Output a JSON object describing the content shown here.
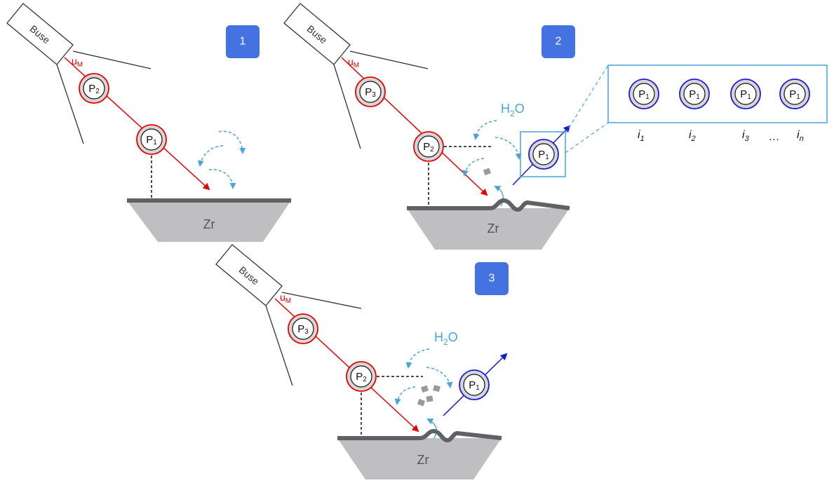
{
  "steps": [
    "1",
    "2",
    "3"
  ],
  "nozzle_label": "Buse",
  "velocity_label": {
    "base": "u",
    "sub": "M"
  },
  "substrate_label": "Zr",
  "water_label": {
    "base": "H",
    "sub": "2",
    "rest": "O"
  },
  "particle_prefix": "P",
  "particles": {
    "first": "1",
    "second": "2",
    "third": "3"
  },
  "impact_indices": [
    {
      "base": "i",
      "sub": "1"
    },
    {
      "base": "i",
      "sub": "2"
    },
    {
      "base": "i",
      "sub": "3"
    },
    {
      "base": "i",
      "sub": "n"
    }
  ],
  "ellipsis": "…",
  "colors": {
    "badge": "#4472e0",
    "nozzle_particle_ring": "#e60000",
    "rebound_particle_ring": "#1a1ad6",
    "water": "#4ba3d9",
    "substrate": "#bfbfc1",
    "surface": "#5f6165"
  }
}
